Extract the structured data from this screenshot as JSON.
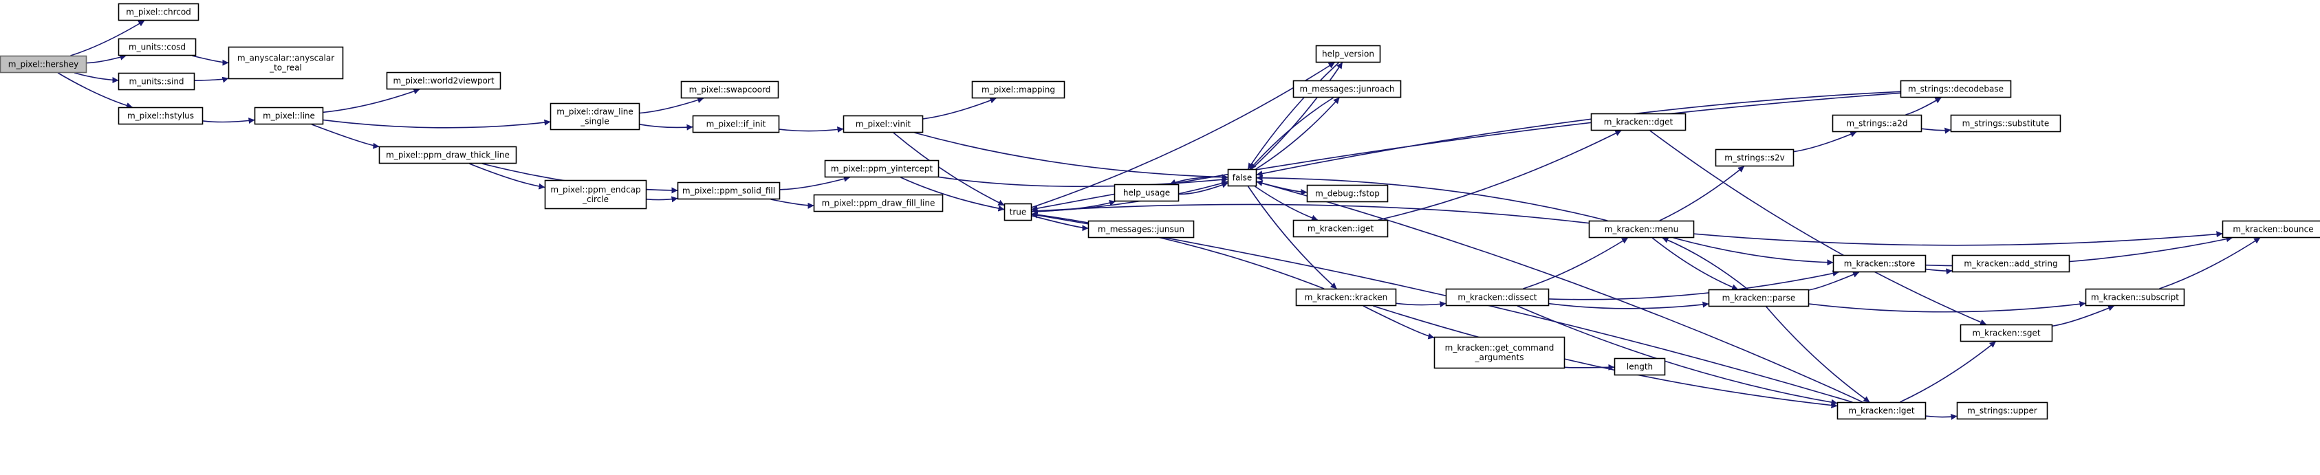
{
  "graph": {
    "nodes": [
      {
        "id": "hershey",
        "lines": [
          "m_pixel::hershey"
        ],
        "root": true
      },
      {
        "id": "chrcod",
        "lines": [
          "m_pixel::chrcod"
        ]
      },
      {
        "id": "cosd",
        "lines": [
          "m_units::cosd"
        ]
      },
      {
        "id": "sind",
        "lines": [
          "m_units::sind"
        ]
      },
      {
        "id": "anyscalar",
        "lines": [
          "m_anyscalar::anyscalar",
          "_to_real"
        ]
      },
      {
        "id": "hstylus",
        "lines": [
          "m_pixel::hstylus"
        ]
      },
      {
        "id": "line",
        "lines": [
          "m_pixel::line"
        ]
      },
      {
        "id": "world2viewport",
        "lines": [
          "m_pixel::world2viewport"
        ]
      },
      {
        "id": "draw_line_single",
        "lines": [
          "m_pixel::draw_line",
          "_single"
        ]
      },
      {
        "id": "swapcoord",
        "lines": [
          "m_pixel::swapcoord"
        ]
      },
      {
        "id": "if_init",
        "lines": [
          "m_pixel::if_init"
        ]
      },
      {
        "id": "vinit",
        "lines": [
          "m_pixel::vinit"
        ]
      },
      {
        "id": "mapping",
        "lines": [
          "m_pixel::mapping"
        ]
      },
      {
        "id": "ppm_draw_thick_line",
        "lines": [
          "m_pixel::ppm_draw_thick_line"
        ]
      },
      {
        "id": "ppm_endcap_circle",
        "lines": [
          "m_pixel::ppm_endcap",
          "_circle"
        ]
      },
      {
        "id": "ppm_solid_fill",
        "lines": [
          "m_pixel::ppm_solid_fill"
        ]
      },
      {
        "id": "ppm_yintercept",
        "lines": [
          "m_pixel::ppm_yintercept"
        ]
      },
      {
        "id": "ppm_draw_fill_line",
        "lines": [
          "m_pixel::ppm_draw_fill_line"
        ]
      },
      {
        "id": "true",
        "lines": [
          "true"
        ]
      },
      {
        "id": "help_usage",
        "lines": [
          "help_usage"
        ]
      },
      {
        "id": "junsun",
        "lines": [
          "m_messages::junsun"
        ]
      },
      {
        "id": "false",
        "lines": [
          "false"
        ]
      },
      {
        "id": "help_version",
        "lines": [
          "help_version"
        ]
      },
      {
        "id": "junroach",
        "lines": [
          "m_messages::junroach"
        ]
      },
      {
        "id": "fstop",
        "lines": [
          "m_debug::fstop"
        ]
      },
      {
        "id": "iget",
        "lines": [
          "m_kracken::iget"
        ]
      },
      {
        "id": "kracken",
        "lines": [
          "m_kracken::kracken"
        ]
      },
      {
        "id": "get_command_arguments",
        "lines": [
          "m_kracken::get_command",
          "_arguments"
        ]
      },
      {
        "id": "length",
        "lines": [
          "length"
        ]
      },
      {
        "id": "dget",
        "lines": [
          "m_kracken::dget"
        ]
      },
      {
        "id": "menu",
        "lines": [
          "m_kracken::menu"
        ]
      },
      {
        "id": "dissect",
        "lines": [
          "m_kracken::dissect"
        ]
      },
      {
        "id": "s2v",
        "lines": [
          "m_strings::s2v"
        ]
      },
      {
        "id": "a2d",
        "lines": [
          "m_strings::a2d"
        ]
      },
      {
        "id": "decodebase",
        "lines": [
          "m_strings::decodebase"
        ]
      },
      {
        "id": "substitute",
        "lines": [
          "m_strings::substitute"
        ]
      },
      {
        "id": "store",
        "lines": [
          "m_kracken::store"
        ]
      },
      {
        "id": "add_string",
        "lines": [
          "m_kracken::add_string"
        ]
      },
      {
        "id": "parse",
        "lines": [
          "m_kracken::parse"
        ]
      },
      {
        "id": "bounce",
        "lines": [
          "m_kracken::bounce"
        ]
      },
      {
        "id": "subscript",
        "lines": [
          "m_kracken::subscript"
        ]
      },
      {
        "id": "sget",
        "lines": [
          "m_kracken::sget"
        ]
      },
      {
        "id": "lget",
        "lines": [
          "m_kracken::lget"
        ]
      },
      {
        "id": "upper",
        "lines": [
          "m_strings::upper"
        ]
      }
    ],
    "edges": [
      [
        "hershey",
        "chrcod"
      ],
      [
        "hershey",
        "cosd"
      ],
      [
        "hershey",
        "sind"
      ],
      [
        "hershey",
        "hstylus"
      ],
      [
        "cosd",
        "anyscalar"
      ],
      [
        "sind",
        "anyscalar"
      ],
      [
        "hstylus",
        "line"
      ],
      [
        "line",
        "world2viewport"
      ],
      [
        "line",
        "draw_line_single"
      ],
      [
        "line",
        "ppm_draw_thick_line"
      ],
      [
        "draw_line_single",
        "swapcoord"
      ],
      [
        "draw_line_single",
        "if_init"
      ],
      [
        "if_init",
        "vinit"
      ],
      [
        "vinit",
        "mapping"
      ],
      [
        "vinit",
        "false"
      ],
      [
        "vinit",
        "true"
      ],
      [
        "ppm_draw_thick_line",
        "ppm_endcap_circle"
      ],
      [
        "ppm_draw_thick_line",
        "ppm_solid_fill"
      ],
      [
        "ppm_endcap_circle",
        "ppm_solid_fill"
      ],
      [
        "ppm_solid_fill",
        "ppm_yintercept"
      ],
      [
        "ppm_solid_fill",
        "ppm_draw_fill_line"
      ],
      [
        "ppm_yintercept",
        "false"
      ],
      [
        "ppm_yintercept",
        "true"
      ],
      [
        "true",
        "help_usage"
      ],
      [
        "true",
        "junsun"
      ],
      [
        "true",
        "false"
      ],
      [
        "true",
        "help_version"
      ],
      [
        "help_usage",
        "false"
      ],
      [
        "false",
        "help_usage"
      ],
      [
        "false",
        "help_version"
      ],
      [
        "help_version",
        "false"
      ],
      [
        "false",
        "junroach"
      ],
      [
        "junroach",
        "false"
      ],
      [
        "false",
        "fstop"
      ],
      [
        "false",
        "iget"
      ],
      [
        "false",
        "kracken"
      ],
      [
        "iget",
        "dget"
      ],
      [
        "kracken",
        "dissect"
      ],
      [
        "kracken",
        "get_command_arguments"
      ],
      [
        "kracken",
        "true"
      ],
      [
        "kracken",
        "lget"
      ],
      [
        "get_command_arguments",
        "length"
      ],
      [
        "dget",
        "sget"
      ],
      [
        "dissect",
        "menu"
      ],
      [
        "dissect",
        "store"
      ],
      [
        "dissect",
        "parse"
      ],
      [
        "dissect",
        "lget"
      ],
      [
        "menu",
        "s2v"
      ],
      [
        "menu",
        "store"
      ],
      [
        "menu",
        "bounce"
      ],
      [
        "menu",
        "parse"
      ],
      [
        "menu",
        "true"
      ],
      [
        "menu",
        "false"
      ],
      [
        "parse",
        "menu"
      ],
      [
        "parse",
        "store"
      ],
      [
        "parse",
        "subscript"
      ],
      [
        "parse",
        "lget"
      ],
      [
        "s2v",
        "a2d"
      ],
      [
        "a2d",
        "decodebase"
      ],
      [
        "a2d",
        "substitute"
      ],
      [
        "decodebase",
        "true"
      ],
      [
        "decodebase",
        "false"
      ],
      [
        "store",
        "bounce"
      ],
      [
        "store",
        "add_string"
      ],
      [
        "subscript",
        "bounce"
      ],
      [
        "sget",
        "subscript"
      ],
      [
        "lget",
        "sget"
      ],
      [
        "lget",
        "upper"
      ],
      [
        "lget",
        "true"
      ],
      [
        "lget",
        "false"
      ]
    ]
  }
}
